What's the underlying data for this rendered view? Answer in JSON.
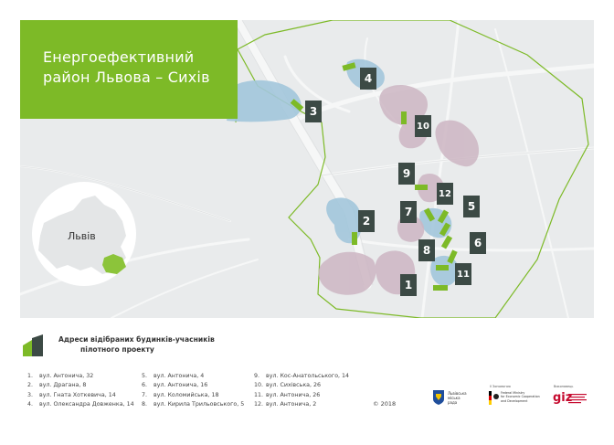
{
  "title": {
    "line1": "Енергоефективний",
    "line2": "район Львова – Сихів"
  },
  "inset": {
    "city_label": "Львів"
  },
  "map": {
    "building_numbers": [
      "1",
      "2",
      "3",
      "4",
      "5",
      "6",
      "7",
      "8",
      "9",
      "10",
      "11",
      "12"
    ],
    "colors": {
      "accent_green": "#7dba27",
      "marker_dark": "#3c4a45",
      "area_blue": "#a3c7dc",
      "area_mauve": "#cdb6c3",
      "background": "#e9ebec"
    }
  },
  "legend": {
    "line1": "Адреси відібраних будинків-учасників",
    "line2": "пілотного проекту"
  },
  "addresses": [
    {
      "n": "1.",
      "text": "вул. Антонича, 32"
    },
    {
      "n": "2.",
      "text": "вул. Драгана, 8"
    },
    {
      "n": "3.",
      "text": "вул. Гната Хоткевича, 14"
    },
    {
      "n": "4.",
      "text": "вул. Олександра Довженка, 14"
    },
    {
      "n": "5.",
      "text": "вул. Антонича, 4"
    },
    {
      "n": "6.",
      "text": "вул. Антонича, 16"
    },
    {
      "n": "7.",
      "text": "вул. Коломийська, 18"
    },
    {
      "n": "8.",
      "text": "вул. Кирила Трильовського, 5"
    },
    {
      "n": "9.",
      "text": "вул. Кос-Анатольського, 14"
    },
    {
      "n": "10.",
      "text": "вул. Сихівська, 26"
    },
    {
      "n": "11.",
      "text": "вул. Антонича, 26"
    },
    {
      "n": "12.",
      "text": "вул. Антонича, 2"
    }
  ],
  "footer": {
    "copyright": "© 2018",
    "lviv_logo_line1": "Львівська",
    "lviv_logo_line2": "міська",
    "lviv_logo_line3": "рада",
    "de_caption": "Іі Зопомогою",
    "de_line1": "Federal Ministry",
    "de_line2": "for Economic Cooperation",
    "de_line3": "and Development",
    "giz_caption": "Виконавець",
    "giz_text": "giz"
  }
}
